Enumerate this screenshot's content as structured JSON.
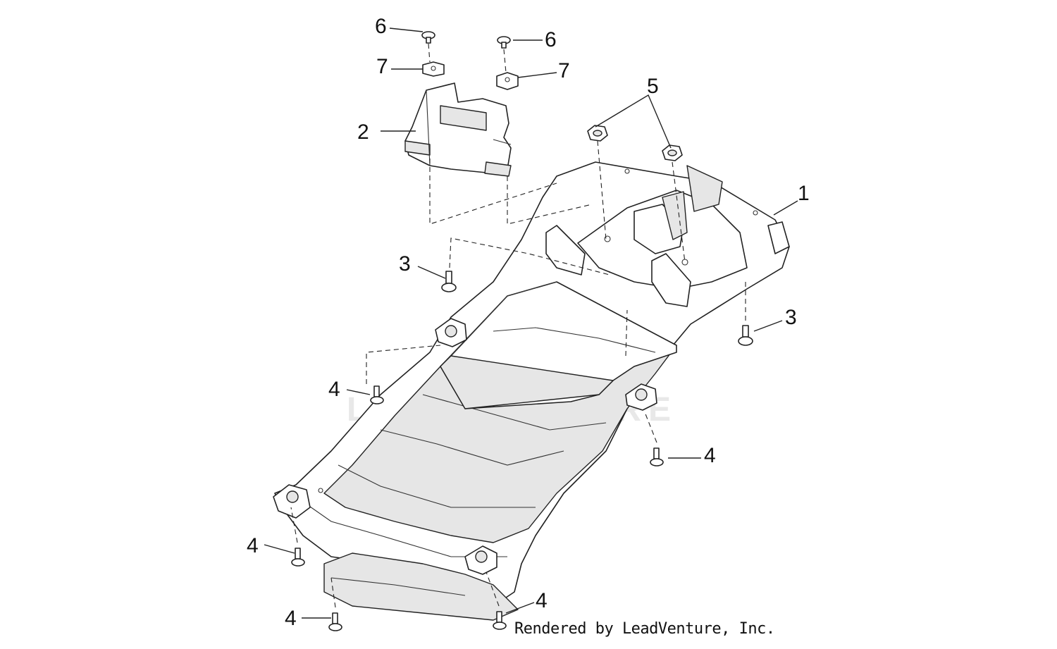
{
  "diagram": {
    "callouts": {
      "c1": "1",
      "c2": "2",
      "c3a": "3",
      "c3b": "3",
      "c4a": "4",
      "c4b": "4",
      "c4c": "4",
      "c4d": "4",
      "c4e": "4",
      "c5": "5",
      "c6a": "6",
      "c6b": "6",
      "c7a": "7",
      "c7b": "7"
    },
    "watermark": "LEADVENTURE",
    "credit": "Rendered by LeadVenture, Inc."
  }
}
